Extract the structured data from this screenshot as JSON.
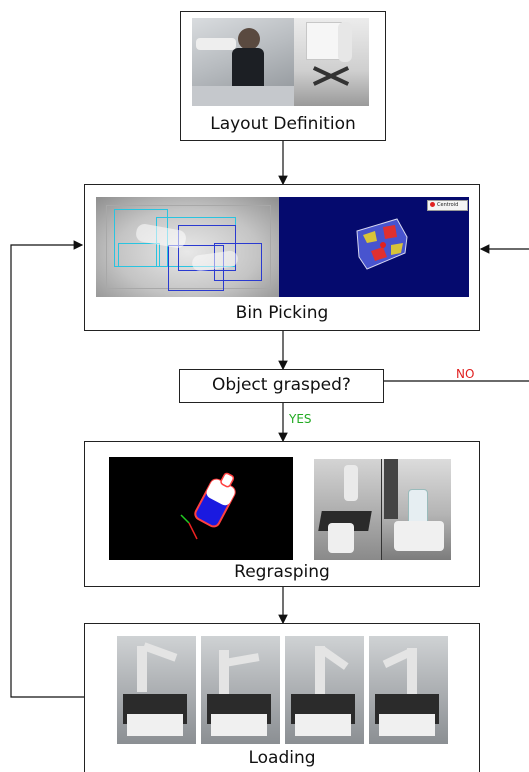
{
  "nodes": {
    "layout": {
      "label": "Layout Definition"
    },
    "bin": {
      "label": "Bin Picking",
      "legend": "Centroid"
    },
    "decision": {
      "label": "Object grasped?"
    },
    "regrasp": {
      "label": "Regrasping"
    },
    "loading": {
      "label": "Loading"
    }
  },
  "edges": {
    "yes": {
      "label": "YES",
      "color": "#22aa22"
    },
    "no": {
      "label": "NO",
      "color": "#e02020"
    }
  }
}
